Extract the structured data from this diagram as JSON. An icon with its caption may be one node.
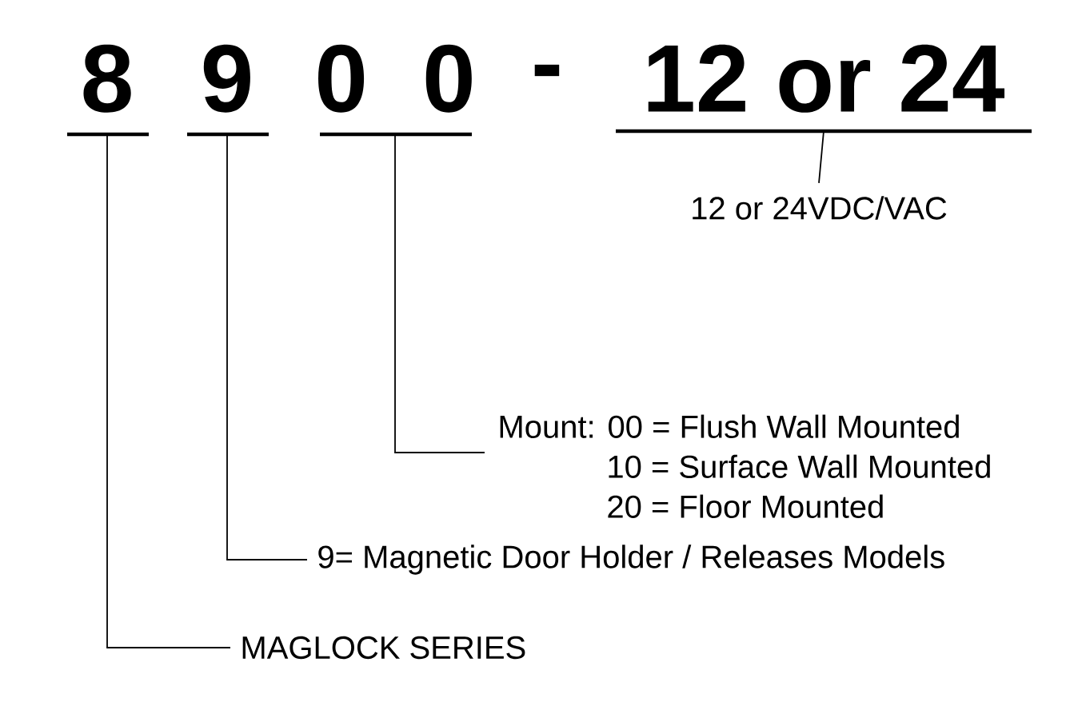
{
  "diagram": {
    "nodes": [
      {
        "text": [
          "8"
        ]
      },
      {
        "text": [
          "9"
        ]
      },
      {
        "text": [
          "0",
          "0"
        ]
      },
      {
        "text": [
          "12 or 24"
        ]
      },
      {
        "text": [
          "12 or 24VDC/VAC"
        ]
      },
      {
        "text": [
          "Mount: 00 = Flush Wall Mounted",
          "10 = Surface Wall Mounted",
          "20 = Floor Mounted"
        ]
      },
      {
        "text": [
          "9= Magnetic Door Holder / Releases Models"
        ]
      },
      {
        "text": [
          "MAGLOCK SERIES"
        ]
      }
    ],
    "edges": [
      {
        "from": 3,
        "to": 4,
        "arrow": "none"
      },
      {
        "from": 2,
        "to": 5,
        "arrow": "none"
      },
      {
        "from": 1,
        "to": 6,
        "arrow": "none"
      },
      {
        "from": 0,
        "to": 7,
        "arrow": "none"
      }
    ],
    "labels": [
      "-"
    ]
  }
}
